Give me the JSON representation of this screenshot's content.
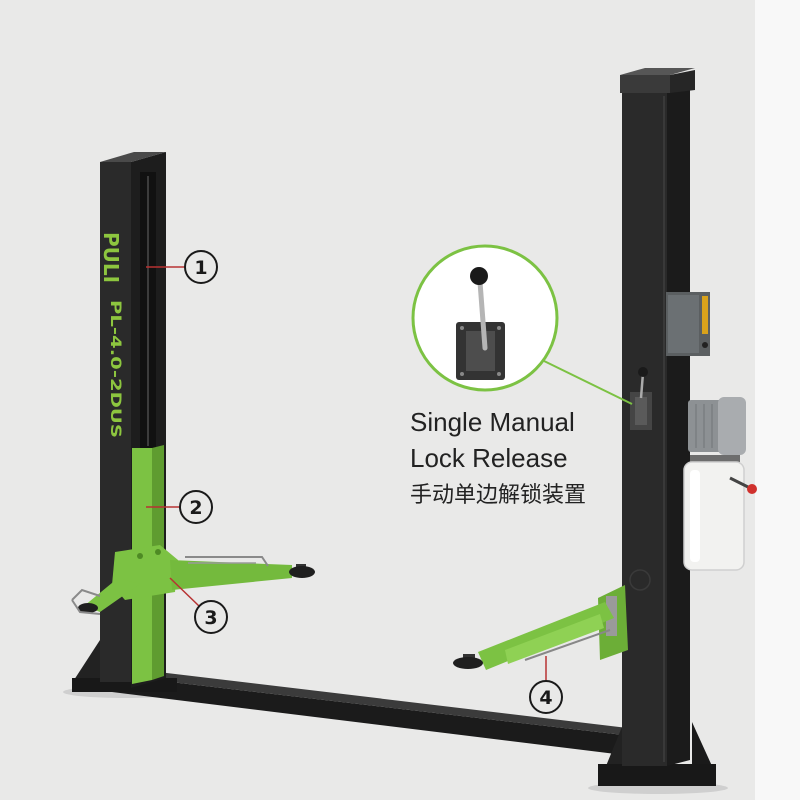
{
  "feature": {
    "title_line1": "Single Manual",
    "title_line2": "Lock Release",
    "title_cn": "手动单边解锁装置"
  },
  "post_branding": {
    "logo": "PULI",
    "model": "PL-4.0-2DUS"
  },
  "callouts": [
    {
      "label": "1"
    },
    {
      "label": "2"
    },
    {
      "label": "3"
    },
    {
      "label": "4"
    }
  ],
  "colors": {
    "background": "#e9e9e8",
    "side_strip": "#f8f8f8",
    "accent_green": "#7cc243",
    "post_dark": "#2a2a2a",
    "callout_line": "#b83232"
  }
}
